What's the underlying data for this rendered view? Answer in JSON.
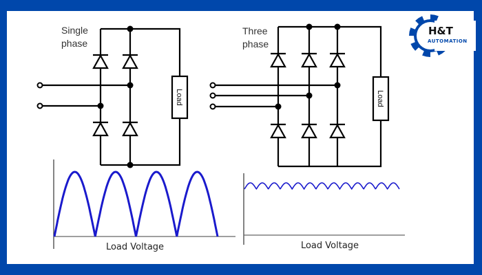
{
  "colors": {
    "frame": "#0047AB",
    "background": "#ffffff",
    "wire": "#000000",
    "waveform": "#1a1acc",
    "logo": "#0047AB"
  },
  "single_phase": {
    "title_line1": "Single",
    "title_line2": "phase",
    "load_label": "Load",
    "inputs": 2,
    "diode_legs": 2
  },
  "three_phase": {
    "title_line1": "Three",
    "title_line2": "phase",
    "load_label": "Load",
    "inputs": 3,
    "diode_legs": 3
  },
  "single_phase_waveform": {
    "caption": "Load Voltage",
    "type": "full-wave rectified sine",
    "humps": 4
  },
  "three_phase_waveform": {
    "caption": "Load Voltage",
    "type": "six-pulse ripple",
    "ripples": 13
  },
  "logo": {
    "line1": "H&T",
    "line2": "AUTOMATION",
    "icon": "gear-icon"
  }
}
